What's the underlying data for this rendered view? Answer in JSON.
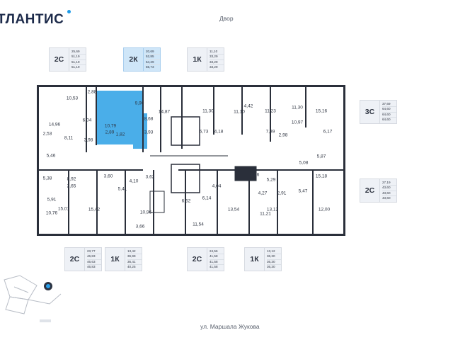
{
  "brand": {
    "name": "ТЛАНТИС",
    "accent": "#1e9be8"
  },
  "captions": {
    "top": "Двор",
    "bottom": "ул. Маршала Жукова"
  },
  "colors": {
    "highlight": "#4aaee9",
    "wall": "#2a2f3a"
  },
  "cards": [
    {
      "id": "top-2c",
      "type": "2С",
      "areas": [
        "25,69",
        "51,19",
        "51,19",
        "51,19"
      ],
      "selected": false
    },
    {
      "id": "top-2k",
      "type": "2К",
      "areas": [
        "20,69",
        "52,85",
        "54,29",
        "55,73"
      ],
      "selected": true
    },
    {
      "id": "top-1k",
      "type": "1К",
      "areas": [
        "11,10",
        "33,29",
        "33,29",
        "33,29"
      ],
      "selected": false
    },
    {
      "id": "right-3c",
      "type": "3С",
      "areas": [
        "37,69",
        "64,60",
        "64,60",
        "64,60"
      ],
      "selected": false
    },
    {
      "id": "right-2c",
      "type": "2С",
      "areas": [
        "27,19",
        "43,60",
        "43,60",
        "43,60"
      ],
      "selected": false
    },
    {
      "id": "bottom-2c-a",
      "type": "2С",
      "areas": [
        "23,77",
        "46,83",
        "46,63",
        "46,83"
      ],
      "selected": false
    },
    {
      "id": "bottom-1k-a",
      "type": "1К",
      "areas": [
        "13,42",
        "36,99",
        "36,41",
        "40,25"
      ],
      "selected": false
    },
    {
      "id": "bottom-2c-b",
      "type": "2С",
      "areas": [
        "24,56",
        "41,58",
        "41,58",
        "41,58"
      ],
      "selected": false
    },
    {
      "id": "bottom-1k-b",
      "type": "1К",
      "areas": [
        "13,12",
        "36,30",
        "36,30",
        "36,30"
      ],
      "selected": false
    }
  ],
  "rooms": [
    "2,88",
    "10,53",
    "9,90",
    "14,87",
    "11,30",
    "11,10",
    "11,23",
    "11,30",
    "15,16",
    "14,96",
    "6,04",
    "8,68",
    "10,79",
    "2,53",
    "8,11",
    "3,98",
    "2,89",
    "1,82",
    "3,93",
    "6,73",
    "4,18",
    "4,42",
    "10,97",
    "7,39",
    "2,98",
    "6,17",
    "5,46",
    "5,87",
    "5,08",
    "15,18",
    "5,38",
    "8,92",
    "3,60",
    "4,10",
    "3,62",
    "4,04",
    "2,46",
    "5,29",
    "2,65",
    "5,91",
    "5,41",
    "6,52",
    "6,14",
    "4,27",
    "2,91",
    "5,47",
    "10,76",
    "15,01",
    "15,42",
    "10,96",
    "13,54",
    "13,12",
    "12,00",
    "11,21",
    "3,66",
    "11,54"
  ]
}
